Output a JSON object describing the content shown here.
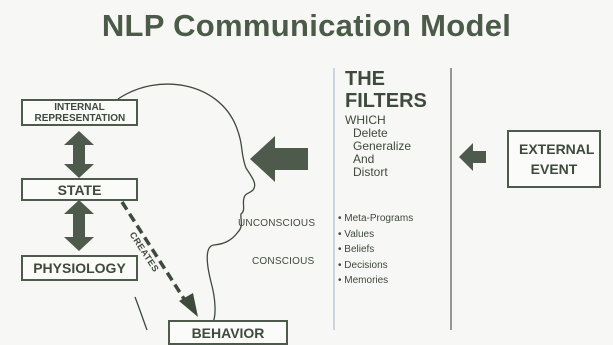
{
  "title": "NLP Communication Model",
  "boxes": {
    "internal_representation": "INTERNAL REPRESENTATION",
    "state": "STATE",
    "physiology": "PHYSIOLOGY",
    "behavior": "BEHAVIOR",
    "external_event": "EXTERNAL EVENT"
  },
  "arrow_label": "CREATES",
  "filters": {
    "title_line1": "THE",
    "title_line2": "FILTERS",
    "sub": [
      "WHICH",
      "Delete",
      "Generalize",
      "And",
      "Distort"
    ]
  },
  "labels": {
    "unconscious": "UNCONSCIOUS",
    "conscious": "CONSCIOUS"
  },
  "filter_items": [
    "Meta-Programs",
    "Values",
    "Beliefs",
    "Decisions",
    "Memories"
  ],
  "colors": {
    "ink": "#3d4a3c",
    "arrow": "#4e5a4c",
    "background": "#f7f7f5",
    "divider": "#9fb0c6"
  }
}
